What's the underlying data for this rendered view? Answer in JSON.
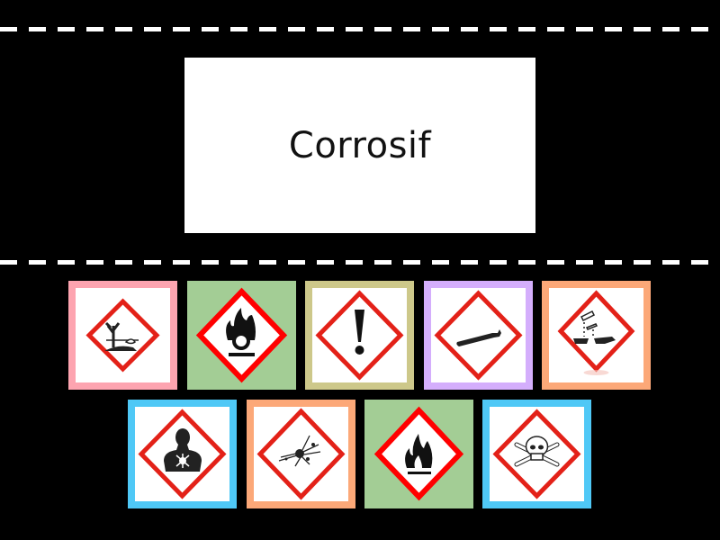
{
  "prompt": {
    "text": "Corrosif"
  },
  "colors": {
    "background": "#000000",
    "diamond_red": "#e32118"
  },
  "tiles": [
    {
      "id": "environment",
      "icon": "environment-hazard-icon",
      "frame": "#fda4b0",
      "inner": true
    },
    {
      "id": "oxidizer",
      "icon": "oxidizer-flame-over-circle-icon",
      "frame": "#a3cd95",
      "inner": false
    },
    {
      "id": "irritant",
      "icon": "exclamation-mark-icon",
      "frame": "#cdc88a",
      "inner": true
    },
    {
      "id": "gas",
      "icon": "gas-cylinder-icon",
      "frame": "#d4aefc",
      "inner": true
    },
    {
      "id": "corrosive",
      "icon": "corrosion-icon",
      "frame": "#fca878",
      "inner": true
    },
    {
      "id": "health",
      "icon": "health-hazard-icon",
      "frame": "#4fc8f6",
      "inner": true
    },
    {
      "id": "explosive",
      "icon": "exploding-bomb-icon",
      "frame": "#fca878",
      "inner": true
    },
    {
      "id": "flammable",
      "icon": "flame-icon",
      "frame": "#a3cd95",
      "inner": false
    },
    {
      "id": "toxic",
      "icon": "skull-crossbones-icon",
      "frame": "#4fc8f6",
      "inner": true
    }
  ]
}
